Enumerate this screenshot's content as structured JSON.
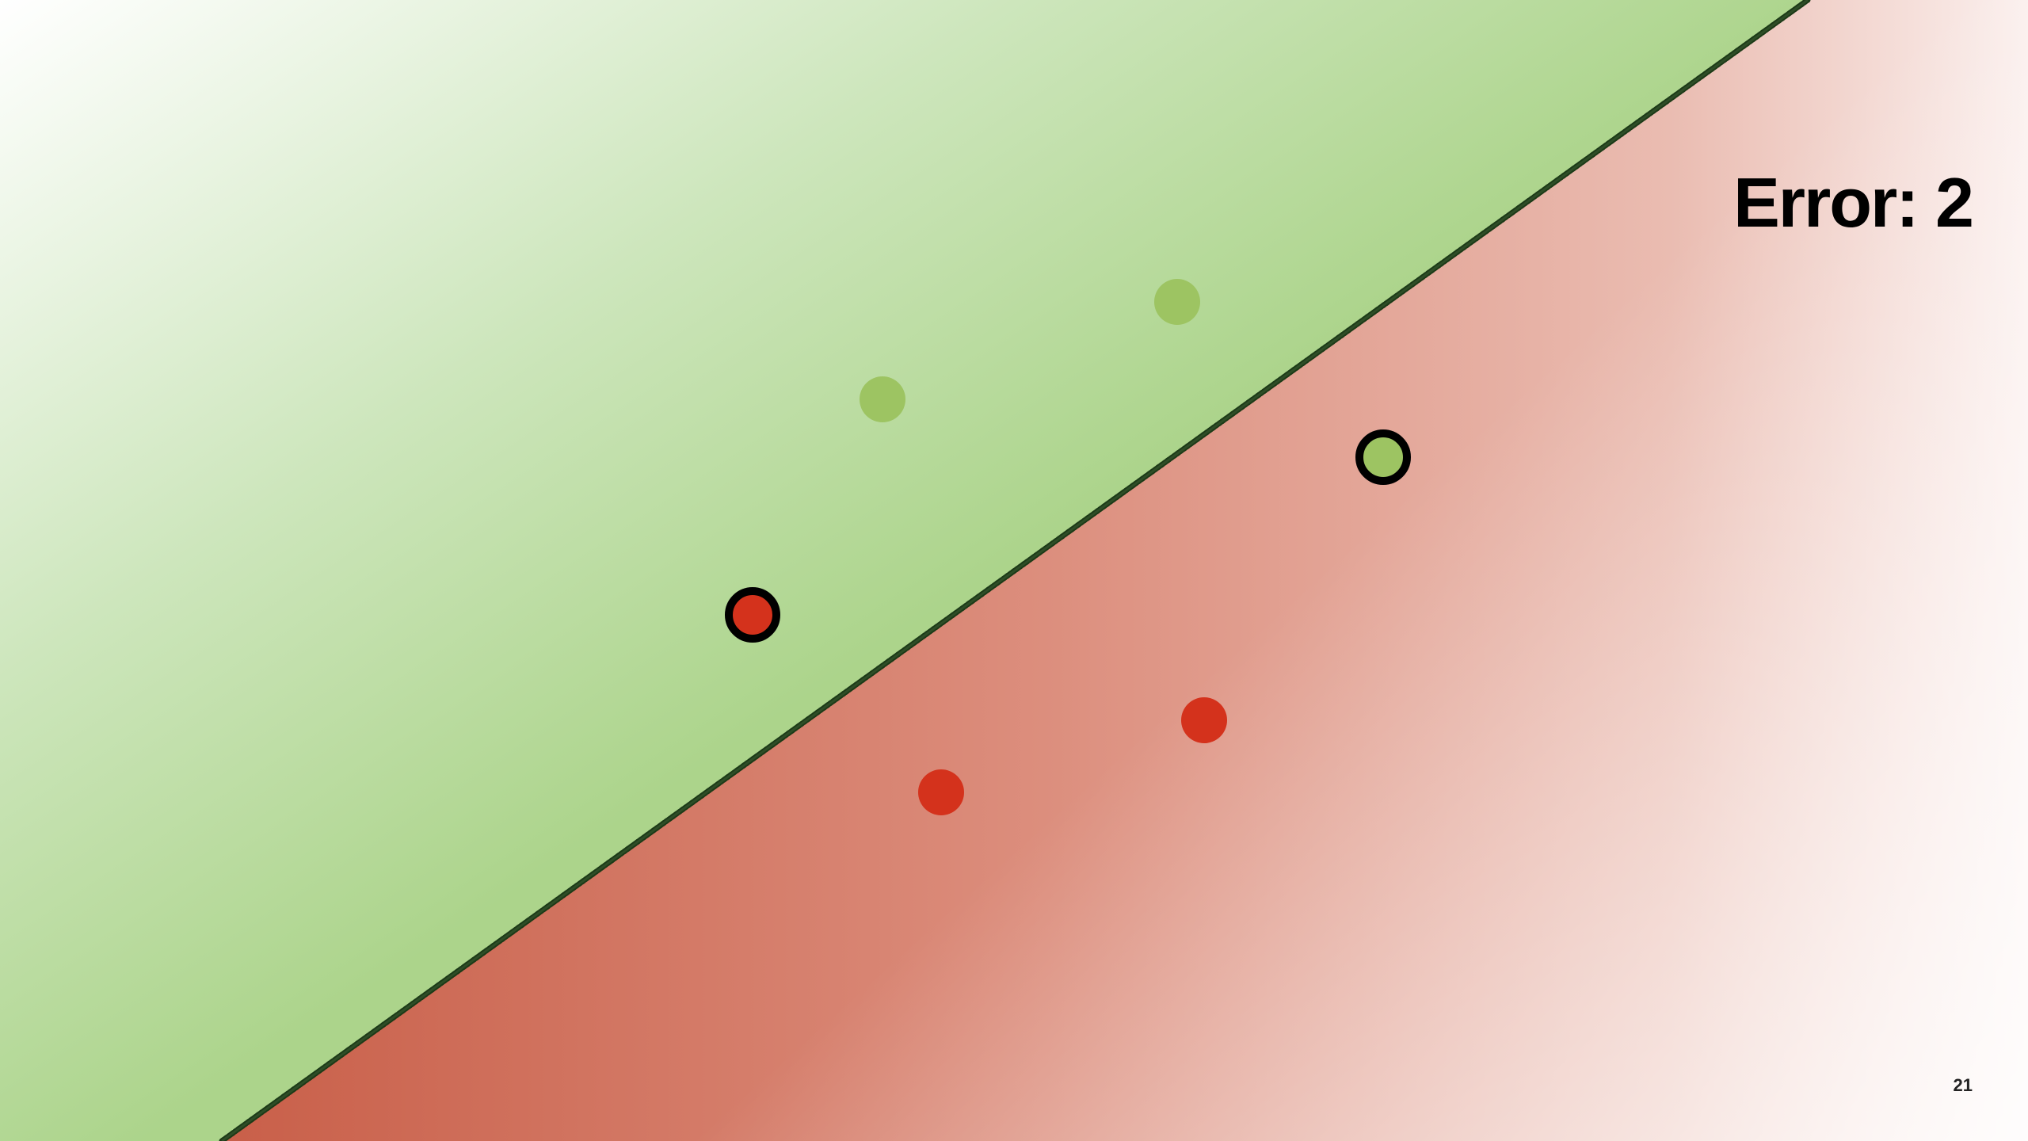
{
  "error_label": "Error: 2",
  "page_number": "21",
  "colors": {
    "positive_region": "#acd48b",
    "negative_region": "#cc624a",
    "boundary_line": "#1c3a17",
    "positive_point": "#9dc462",
    "negative_point": "#d4321c",
    "misclassified_ring": "#000000"
  },
  "points": [
    {
      "class": "positive",
      "misclassified": false
    },
    {
      "class": "positive",
      "misclassified": false
    },
    {
      "class": "positive",
      "misclassified": true
    },
    {
      "class": "negative",
      "misclassified": true
    },
    {
      "class": "negative",
      "misclassified": false
    },
    {
      "class": "negative",
      "misclassified": false
    }
  ]
}
